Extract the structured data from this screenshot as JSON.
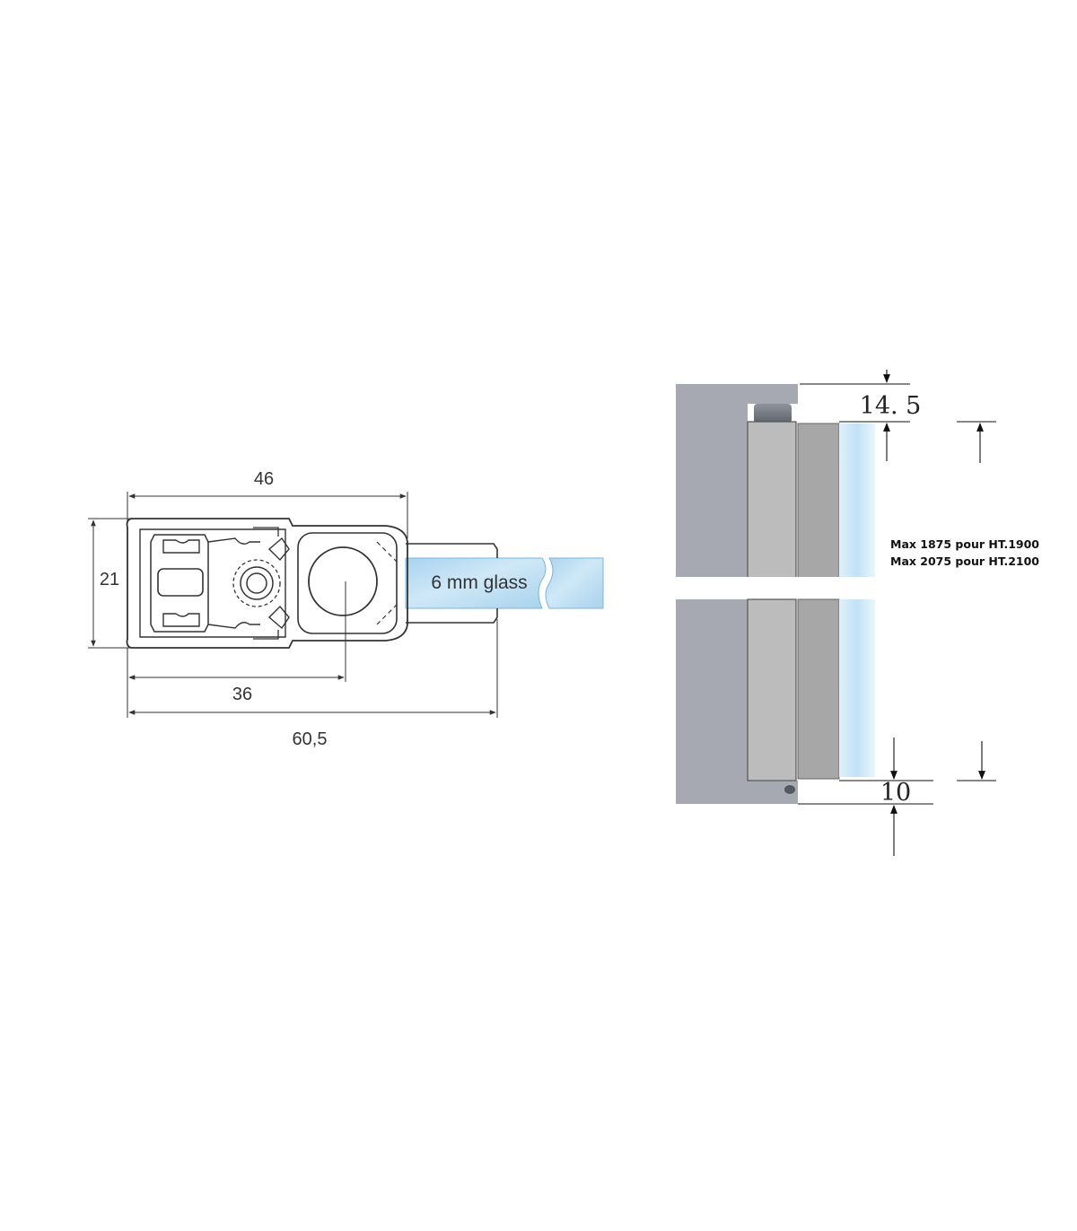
{
  "profile_view": {
    "dims": {
      "width_top": "46",
      "height_left": "21",
      "to_center": "36",
      "overall": "60,5"
    },
    "glass_label": "6 mm glass"
  },
  "elevation_view": {
    "dim_top": "14. 5",
    "dim_bottom": "10",
    "notes": [
      "Max 1875 pour HT.1900",
      "Max 2075 pour HT.2100"
    ]
  },
  "colors": {
    "line": "#333333",
    "glass": "#b9dcf0",
    "wall": "#a3a6ae",
    "profile": "#b9b9b9"
  }
}
